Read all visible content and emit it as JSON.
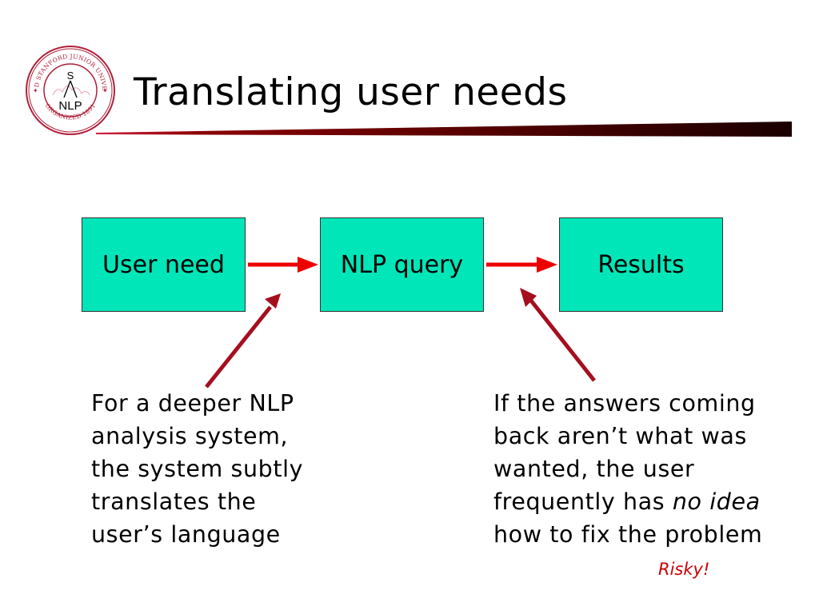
{
  "slide": {
    "title": "Translating user needs",
    "logo": {
      "icon": "stanford-nlp-seal-icon",
      "ring_text": "LELAND STANFORD JUNIOR UNIVERSITY",
      "bottom_text": "ORGANIZED 1891",
      "top_letter": "S",
      "center_text": "NLP"
    },
    "colors": {
      "box_fill": "#00e6b8",
      "arrow_red": "#ee0000",
      "arrow_dark_red": "#a50f1e",
      "title_rule": "#7a0000",
      "risky_text": "#cc0000"
    },
    "boxes": [
      "User need",
      "NLP query",
      "Results"
    ],
    "left_note": {
      "lines": [
        "For a deeper NLP",
        "analysis system,",
        "the system subtly",
        "translates the",
        "user’s language"
      ]
    },
    "right_note": {
      "line1": "If the answers coming",
      "line2": "back aren’t what was",
      "line3": "wanted, the user",
      "line4_before": "frequently has ",
      "line4_emphasis": "no idea",
      "line5": "how to fix the problem"
    },
    "risky": "Risky!"
  }
}
